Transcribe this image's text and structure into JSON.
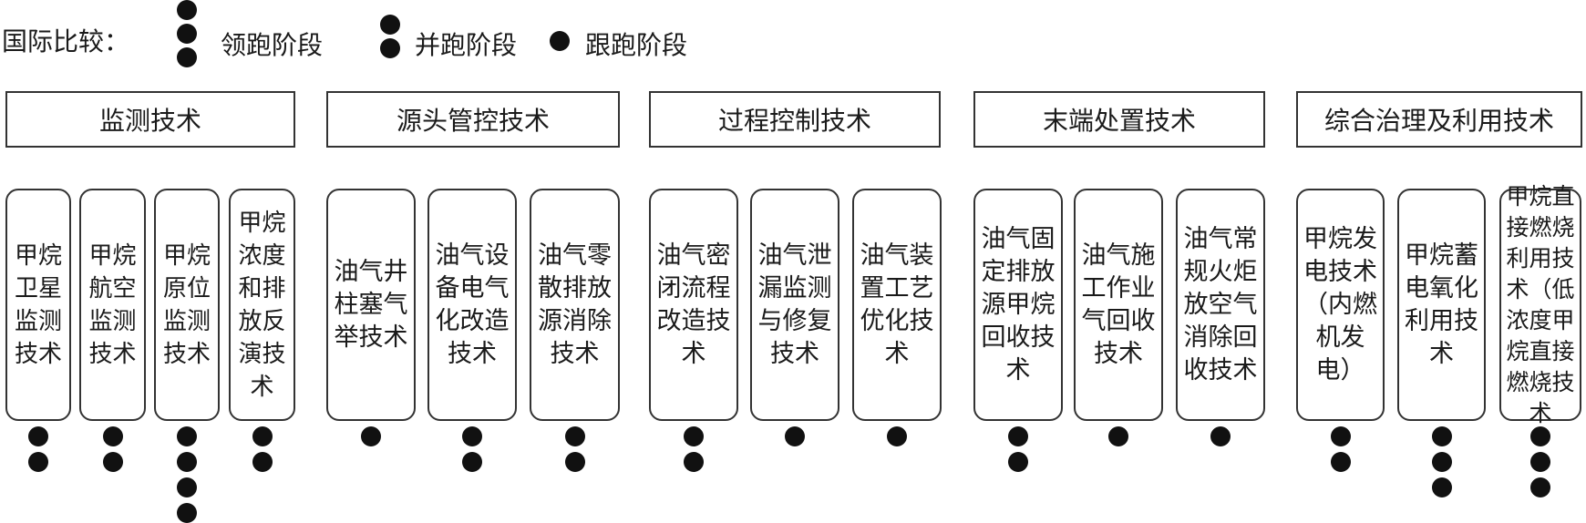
{
  "legend": {
    "title": "国际比较：",
    "items": [
      {
        "label": "领跑阶段",
        "dots": 3
      },
      {
        "label": "并跑阶段",
        "dots": 2
      },
      {
        "label": "跟跑阶段",
        "dots": 1
      }
    ]
  },
  "categories": [
    {
      "label": "监测技术",
      "technologies": [
        {
          "label": "甲烷卫星监测技术",
          "dots": 2
        },
        {
          "label": "甲烷航空监测技术",
          "dots": 2
        },
        {
          "label": "甲烷原位监测技术",
          "dots": 4
        },
        {
          "label": "甲烷浓度和排放反演技术",
          "dots": 2
        }
      ]
    },
    {
      "label": "源头管控技术",
      "technologies": [
        {
          "label": "油气井柱塞气举技术",
          "dots": 1
        },
        {
          "label": "油气设备电气化改造技术",
          "dots": 2
        },
        {
          "label": "油气零散排放源消除技术",
          "dots": 2
        }
      ]
    },
    {
      "label": "过程控制技术",
      "technologies": [
        {
          "label": "油气密闭流程改造技术",
          "dots": 2
        },
        {
          "label": "油气泄漏监测与修复技术",
          "dots": 1
        },
        {
          "label": "油气装置工艺优化技术",
          "dots": 1
        }
      ]
    },
    {
      "label": "末端处置技术",
      "technologies": [
        {
          "label": "油气固定排放源甲烷回收技术",
          "dots": 2
        },
        {
          "label": "油气施工作业气回收技术",
          "dots": 1
        },
        {
          "label": "油气常规火炬放空气消除回收技术",
          "dots": 1
        }
      ]
    },
    {
      "label": "综合治理及利用技术",
      "technologies": [
        {
          "label": "甲烷发电技术（内燃机发电）",
          "dots": 2
        },
        {
          "label": "甲烷蓄电氧化利用技术",
          "dots": 3
        },
        {
          "label": "甲烷直接燃烧利用技术（低浓度甲烷直接燃烧技术",
          "dots": 3
        }
      ]
    }
  ]
}
